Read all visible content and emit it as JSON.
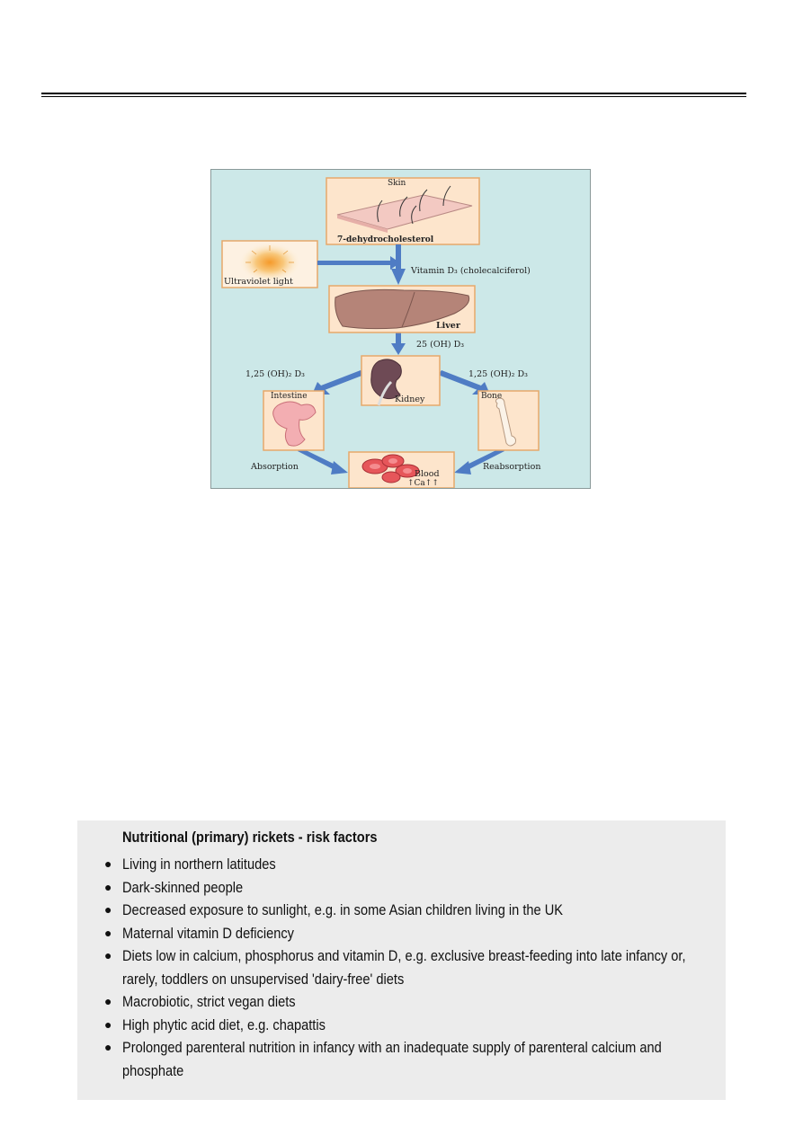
{
  "figure": {
    "skin": "Skin",
    "precursor": "7-dehydrocholesterol",
    "uv": "Ultraviolet light",
    "vitamin_d3": "Vitamin D₃ (cholecalciferol)",
    "liver": "Liver",
    "oh_d3": "25 (OH) D₃",
    "active_left": "1,25 (OH)₂ D₃",
    "active_right": "1,25 (OH)₂ D₃",
    "kidney": "Kidney",
    "intestine": "Intestine",
    "bone": "Bone",
    "absorption": "Absorption",
    "reabsorption": "Reabsorption",
    "blood": "Blood",
    "calcium": "↑Ca↑↑"
  },
  "risk_factors": {
    "title": "Nutritional (primary) rickets - risk factors",
    "items": [
      "Living in northern latitudes",
      "Dark-skinned people",
      "Decreased exposure to sunlight, e.g. in some Asian children living in the UK",
      "Maternal vitamin D deficiency",
      "Diets low in calcium, phosphorus and vitamin D, e.g. exclusive breast-feeding into late infancy or, rarely, toddlers on unsupervised 'dairy-free' diets",
      "Macrobiotic, strict vegan diets",
      "High phytic acid diet, e.g. chapattis",
      "Prolonged parenteral nutrition in infancy with an inadequate supply of parenteral calcium and phosphate"
    ]
  }
}
